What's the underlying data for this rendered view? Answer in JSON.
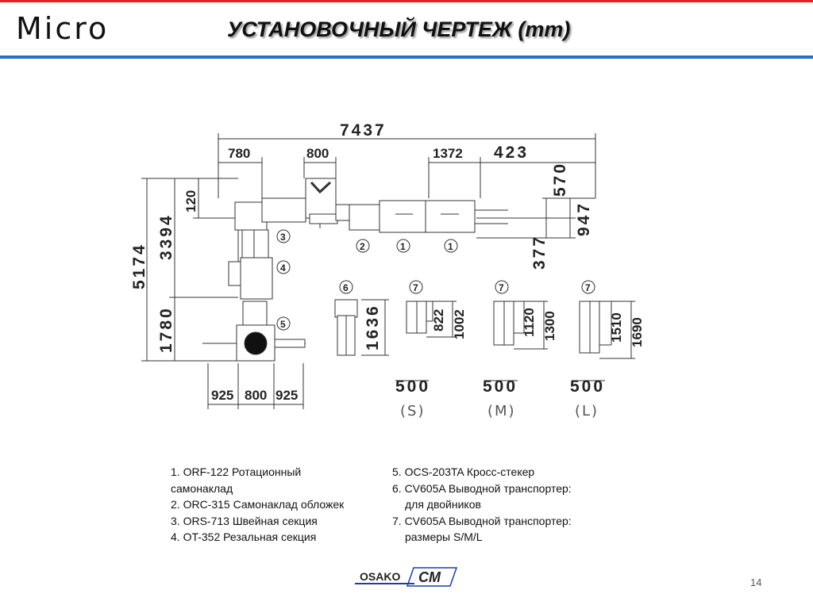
{
  "header": {
    "brand": "Micro",
    "title": "УСТАНОВОЧНЫЙ ЧЕРТЕЖ (mm)",
    "accent_color": "#1f6fc9",
    "top_bar_color": "#e01e24"
  },
  "drawing": {
    "dims": {
      "overall": "7437",
      "d780": "780",
      "d800": "800",
      "d1372": "1372",
      "d423": "423",
      "d120": "120",
      "d3394": "3394",
      "d5174": "5174",
      "d1780": "1780",
      "d570": "570",
      "d947": "947",
      "d377": "377",
      "d1636": "1636",
      "d822": "822",
      "d1002": "1002",
      "d1120": "1120",
      "d1300": "1300",
      "d1510": "1510",
      "d1690": "1690",
      "b925a": "925",
      "b800": "800",
      "b925b": "925",
      "w500s": "500",
      "w500m": "500",
      "w500l": "500"
    },
    "sizes": {
      "s": "(S)",
      "m": "(M)",
      "l": "(L)"
    },
    "markers": {
      "m1a": "1",
      "m1b": "1",
      "m2": "2",
      "m3": "3",
      "m4": "4",
      "m5": "5",
      "m6": "6",
      "m7s": "7",
      "m7m": "7",
      "m7l": "7"
    }
  },
  "legend": {
    "left": [
      "1. ORF-122 Ротационный",
      "самонаклад",
      "2. ORC-315 Самонаклад обложек",
      "3. ORS-713 Швейная секция",
      "4. OT-352 Резальная секция"
    ],
    "right": [
      "5. OCS-203TA Кросс-стекер",
      "6. CV605A Выводной транспортер:",
      "для двойников",
      "7. CV605A Выводной транспортер:",
      "размеры S/M/L"
    ]
  },
  "footer": {
    "logo_text": "OSAKO",
    "logo_mark": "CM",
    "page_number": "14"
  }
}
